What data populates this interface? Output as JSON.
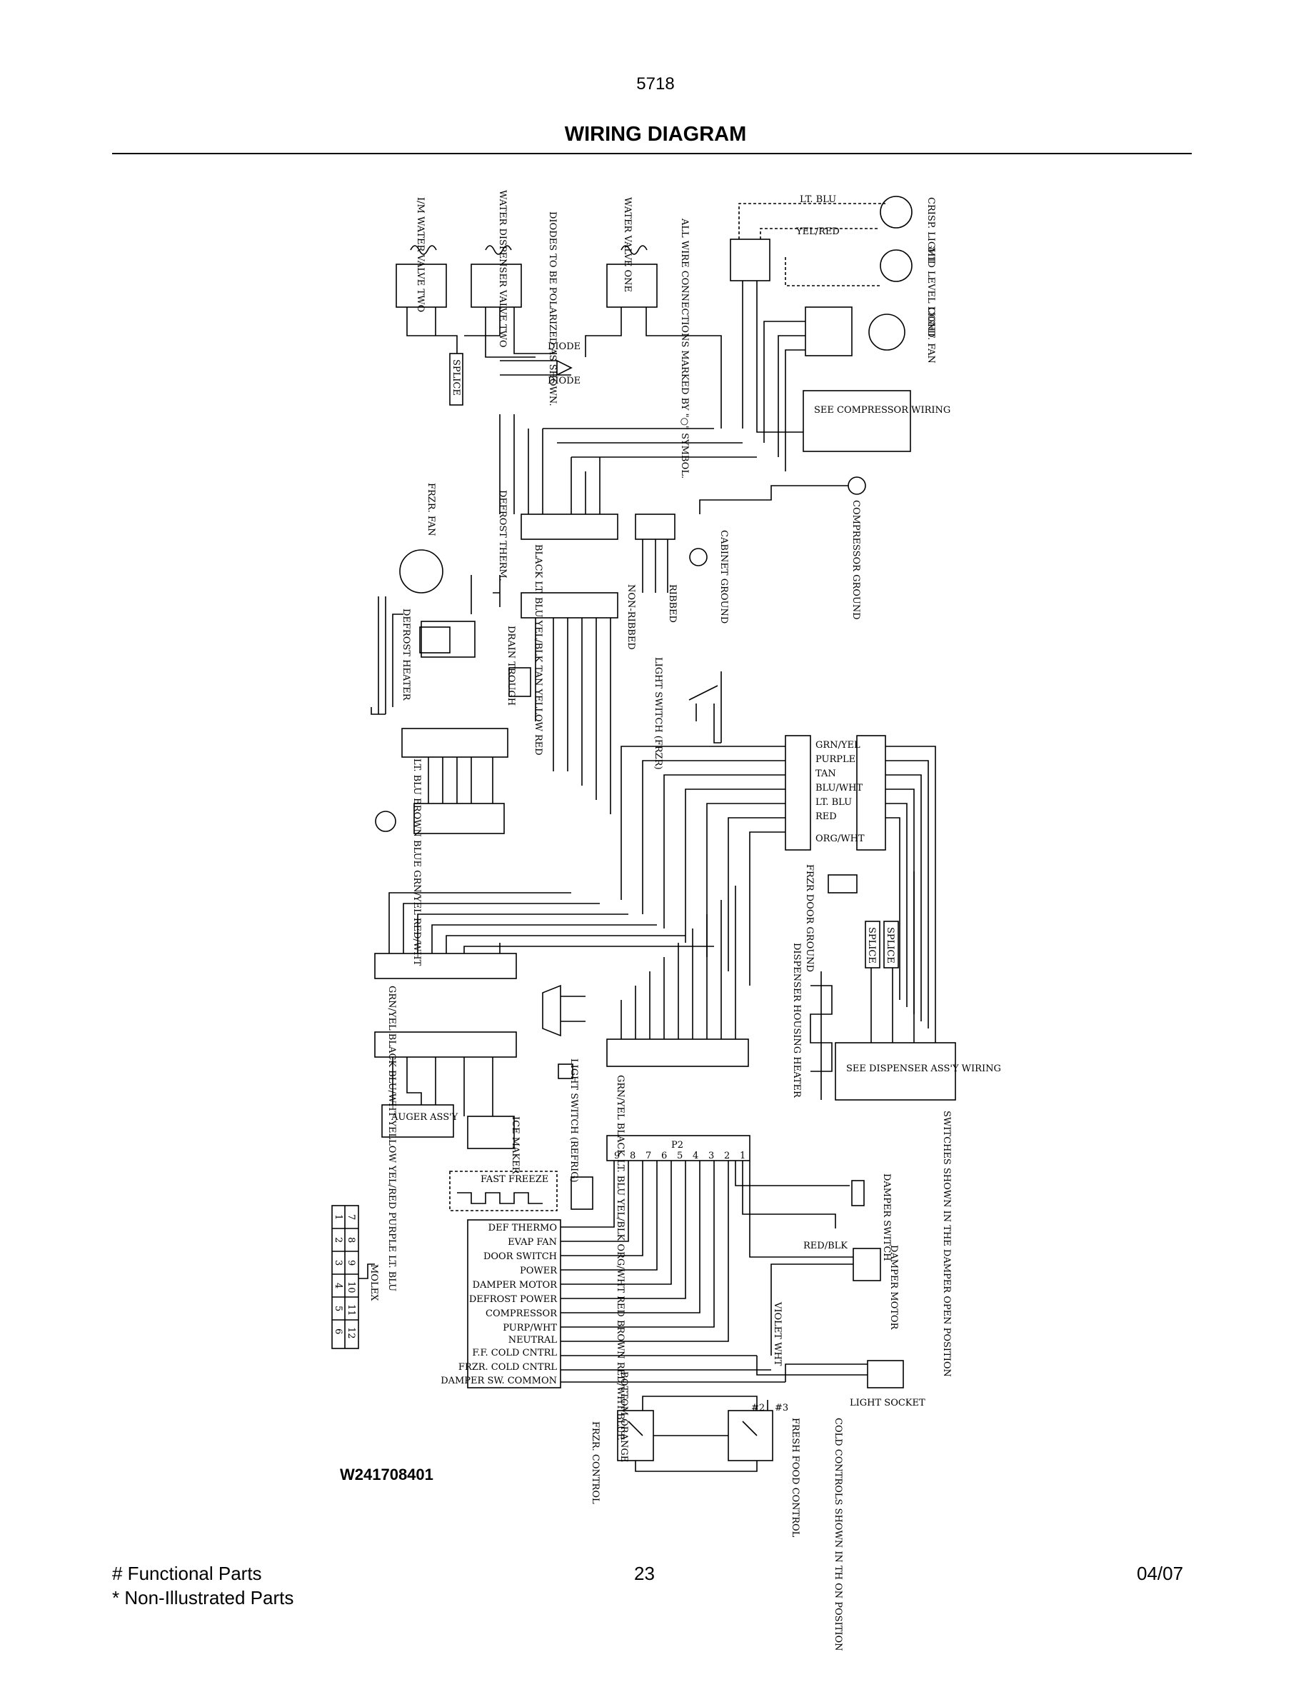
{
  "header": {
    "model": "5718",
    "title": "WIRING DIAGRAM"
  },
  "diagram": {
    "doc_number": "W241708401",
    "labels": {
      "im_water_valve": "I/M WATER VALVE TWO",
      "water_disp_valve": "WATER DISPENSER VALVE TWO",
      "diodes_note": "DIODES TO BE POLARIZED AS SHOWN.",
      "water_valve_one": "WATER VALVE ONE",
      "all_wire_note": "ALL WIRE CONNECTIONS MARKED BY \"○\" SYMBOL.",
      "lt_blu_top": "LT. BLU",
      "yel_red_top": "YEL/RED",
      "crisp_light": "CRISP. LIGHT",
      "mid_level_light": "MID LEVEL LIGHT",
      "cond_fan": "COND. FAN",
      "diode_1": "DIODE",
      "diode_2": "DIODE",
      "splice_1": "SPLICE",
      "see_compressor": "SEE COMPRESSOR WIRING",
      "compressor_ground": "COMPRESSOR GROUND",
      "frzr_fan": "FRZR. FAN",
      "defrost_therm": "DEFROST THERM.",
      "wires_a": "BLACK LT. BLU YEL/BLK TAN YELLOW RED",
      "cabinet_ground": "CABINET GROUND",
      "ribbed": "RIBBED",
      "non_ribbed": "NON-RIBBED",
      "defrost_heater": "DEFROST HEATER",
      "drain_trough": "DRAIN TROUGH",
      "light_switch_frzr": "LIGHT SWITCH (FRZR)",
      "wires_b": "LT. BLU BROWN BLUE GRN/YEL RED/WHT",
      "wires_c": [
        "GRN/YEL",
        "PURPLE",
        "TAN",
        "BLU/WHT",
        "LT. BLU",
        "RED",
        "ORG/WHT"
      ],
      "frzr_door_ground": "FRZR DOOR GROUND",
      "dispenser_housing_heater": "DISPENSER HOUSING HEATER",
      "splice_2": "SPLICE",
      "splice_3": "SPLICE",
      "see_dispenser": "SEE DISPENSER ASS'Y WIRING",
      "wires_d": "GRN/YEL BLACK BLU/WHT YELLOW YEL/RED PURPLE LT. BLU",
      "light_switch_refrig": "LIGHT SWITCH (REFRIG)",
      "wires_e": "GRN/YEL BLACK LT. BLU YEL/BLK ORG/WHT RED BROWN RED/WHT BLUE",
      "auger_assy": "AUGER ASS'Y",
      "ice_maker": "ICE MAKER",
      "p2": "P2",
      "p2_pins": [
        "9",
        "8",
        "7",
        "6",
        "5",
        "4",
        "3",
        "2",
        "1"
      ],
      "fast_freeze": "FAST FREEZE",
      "molex": "MOLEX",
      "molex_top": [
        "7",
        "8",
        "9",
        "10",
        "11",
        "12"
      ],
      "molex_bottom": [
        "1",
        "2",
        "3",
        "4",
        "5",
        "6"
      ],
      "control_lines": [
        "DEF THERMO",
        "EVAP FAN",
        "DOOR SWITCH",
        "POWER",
        "DAMPER MOTOR",
        "DEFROST POWER",
        "COMPRESSOR",
        "PURP/WHT",
        "NEUTRAL",
        "F.F. COLD CNTRL",
        "FRZR. COLD CNTRL",
        "DAMPER SW. COMMON"
      ],
      "damper_switch": "DAMPER SWITCH",
      "red_blk": "RED/BLK",
      "damper_motor": "DAMPER MOTOR",
      "violet_wht": "VIOLET WHT",
      "light_socket": "LIGHT SOCKET",
      "bottom_orange": "BOTTOM ORANGE",
      "pin2": "#2",
      "pin3": "#3",
      "frzr_control": "FRZR. CONTROL",
      "fresh_food_control": "FRESH FOOD CONTROL",
      "cold_controls_note": "COLD CONTROLS SHOWN IN TH ON POSITION",
      "switches_note": "SWITCHES SHOWN IN THE DAMPER OPEN POSITION"
    }
  },
  "footer": {
    "left_line1": "# Functional Parts",
    "left_line2": "* Non-Illustrated Parts",
    "page": "23",
    "date": "04/07"
  }
}
